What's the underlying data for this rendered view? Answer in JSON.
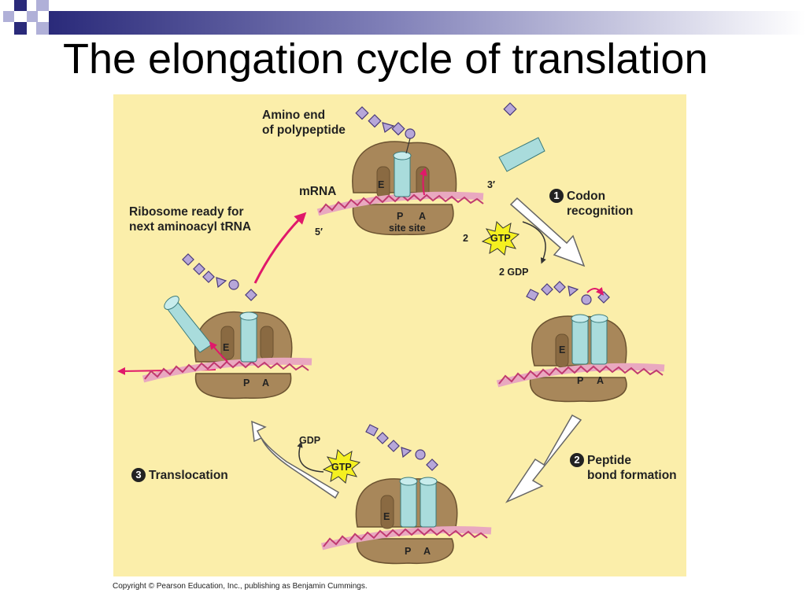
{
  "slide": {
    "title": "The elongation cycle of translation",
    "copyright": "Copyright © Pearson Education, Inc., publishing as Benjamin Cummings."
  },
  "diagram": {
    "labels": {
      "amino_end": "Amino end\nof polypeptide",
      "mrna": "mRNA",
      "three_prime": "3′",
      "five_prime": "5′",
      "ribosome_ready": "Ribosome ready for\nnext aminoacyl tRNA",
      "e_site": "E",
      "p_site": "P",
      "a_site": "A",
      "site_text": "site site",
      "gtp": "GTP",
      "gdp": "GDP",
      "two": "2",
      "two_gdp": "2 GDP"
    },
    "steps": [
      {
        "number": "1",
        "label": "Codon\nrecognition"
      },
      {
        "number": "2",
        "label": "Peptide\nbond formation"
      },
      {
        "number": "3",
        "label": "Translocation"
      }
    ]
  },
  "colors": {
    "background": "#fbeeaa",
    "ribosome": "#a8875a",
    "trna": "#a9dcdc",
    "mrna": "#e9a8c0",
    "arrow": "#e0186a",
    "gtp": "#f5f020",
    "amino_acid": "#b7a7d9"
  }
}
